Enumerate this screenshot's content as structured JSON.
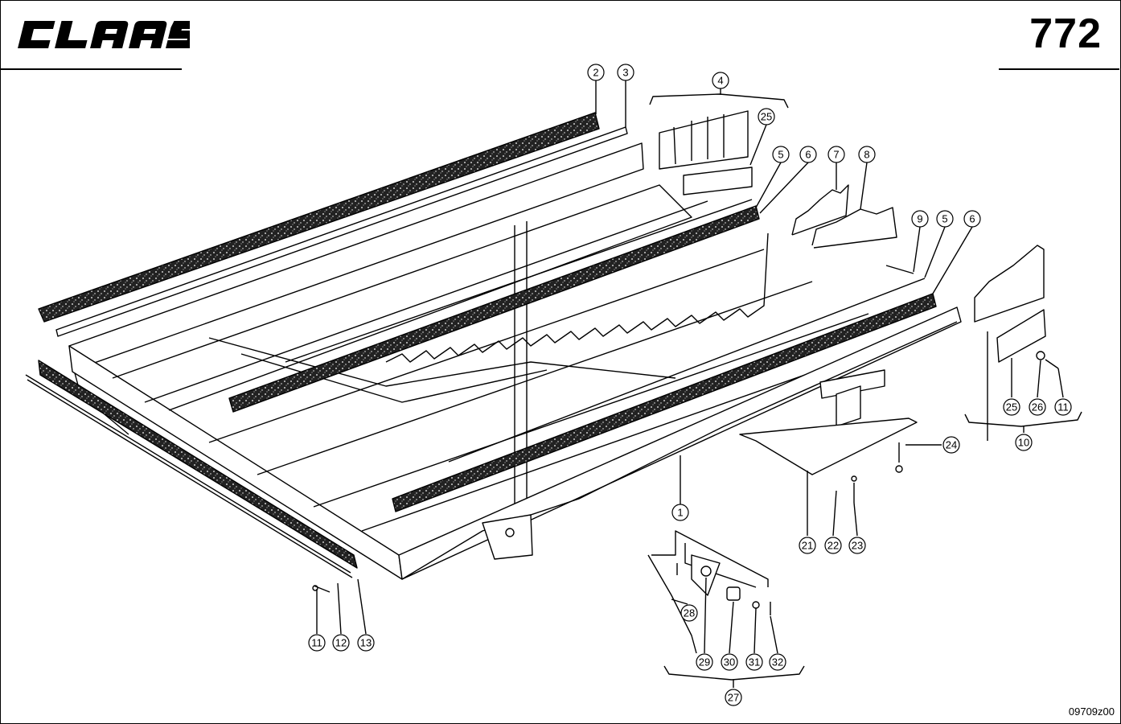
{
  "header": {
    "brand": "CLAAS",
    "page_number": "772"
  },
  "footer": {
    "drawing_code": "09709z00"
  },
  "diagram": {
    "callouts": [
      "1",
      "2",
      "3",
      "4",
      "5",
      "6",
      "7",
      "8",
      "9",
      "5",
      "6",
      "10",
      "11",
      "12",
      "13",
      "21",
      "22",
      "23",
      "24",
      "25",
      "25",
      "26",
      "11",
      "27",
      "28",
      "29",
      "30",
      "31",
      "32"
    ]
  }
}
